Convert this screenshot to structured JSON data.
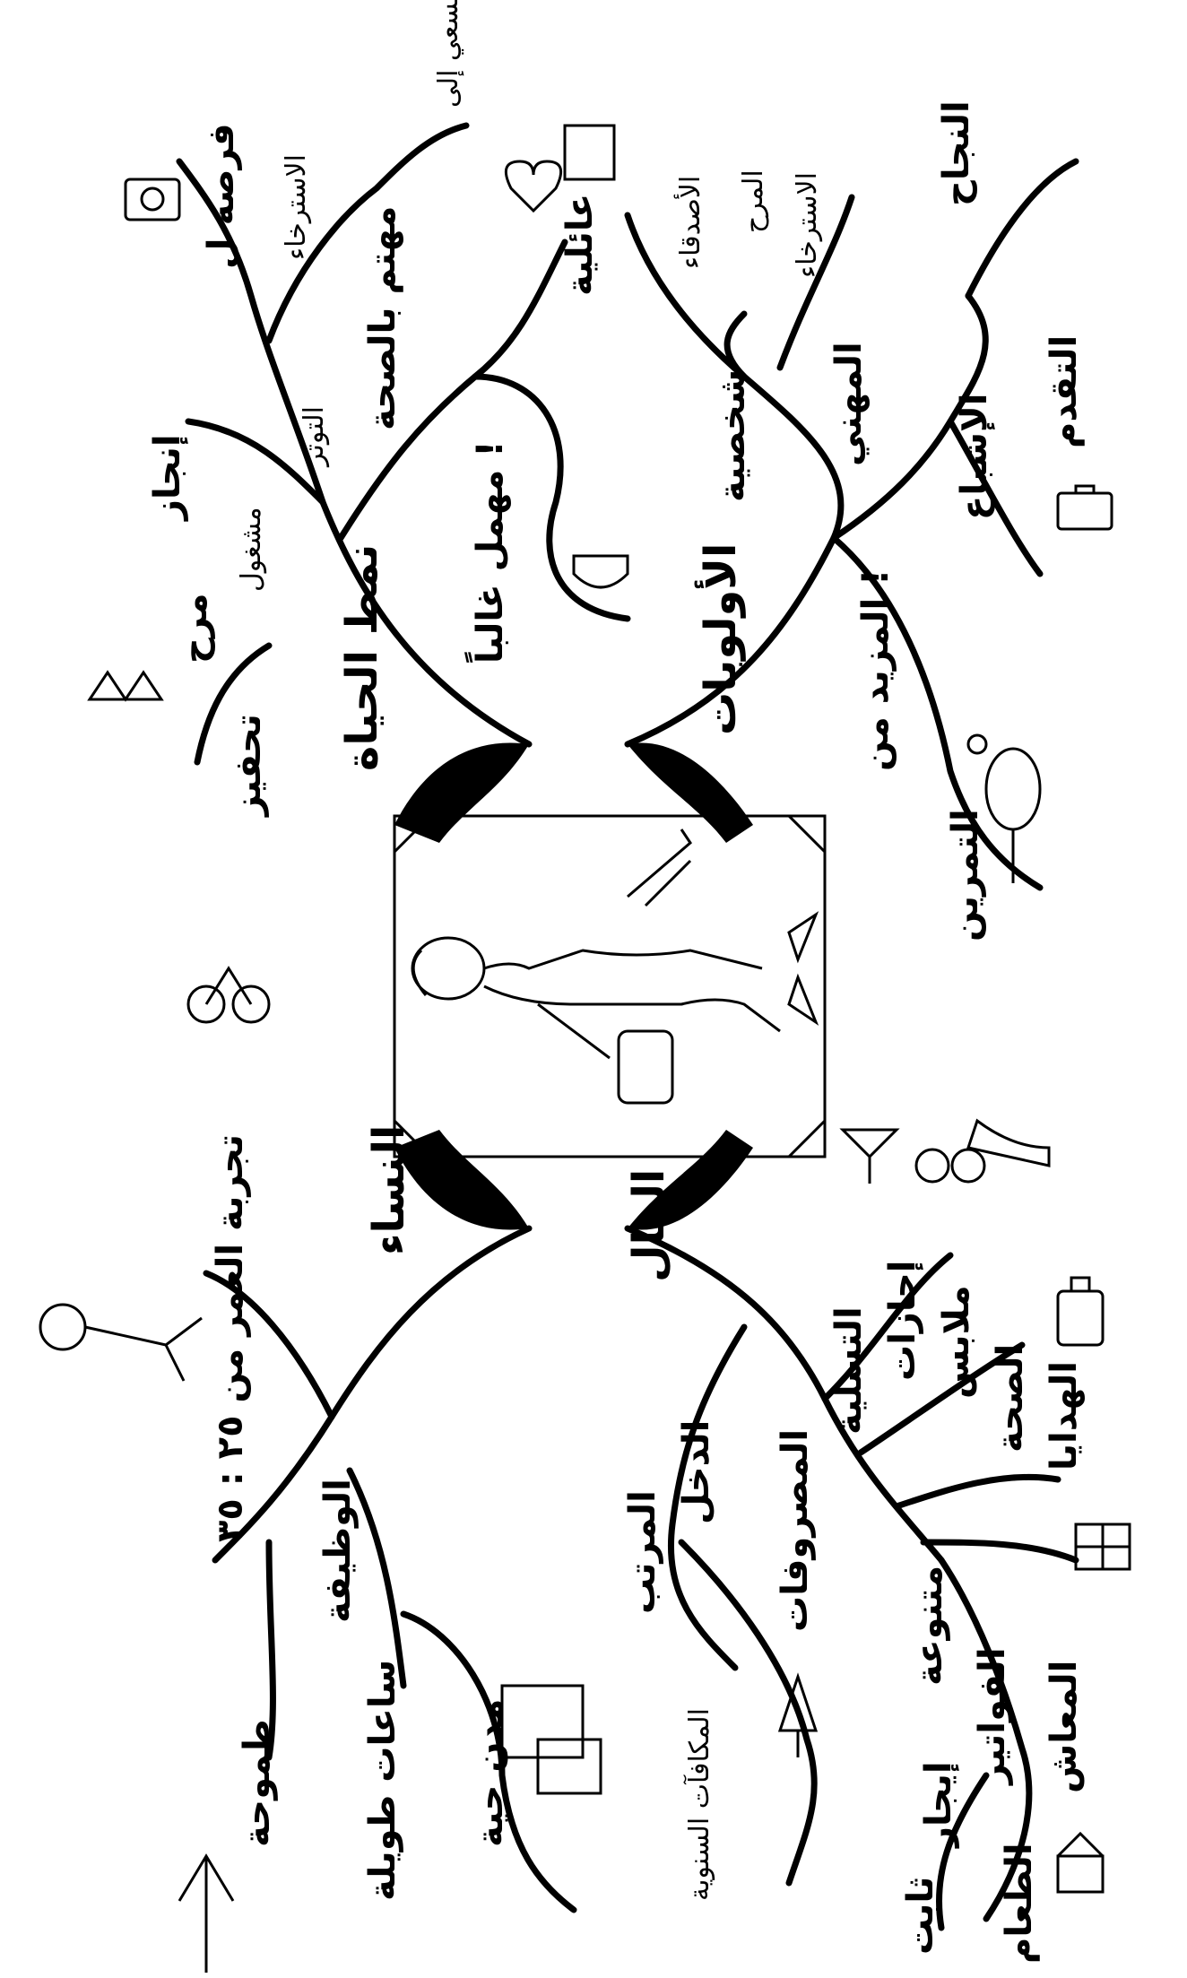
{
  "diagram": {
    "type": "mind-map",
    "center": {
      "image": "woman-with-briefcase-illustration"
    },
    "main_branches": {
      "women": "النساء",
      "priorities": "الأولويات",
      "lifestyle": "نمط الحياة",
      "money": "المال"
    },
    "women_nodes": {
      "age_range": "تجربة العمر من ٢٥ : ٣٥",
      "job": "الوظيفة",
      "ambitious": "طموحة",
      "long_hours": "ساعات طويلة",
      "big_cities": "مدن حية"
    },
    "lifestyle_nodes": {
      "stimulation": "تحفيز",
      "fun": "مرح",
      "busy": "مشغول",
      "achievement": "إنجاز",
      "stress": "التوتر",
      "relaxation": "الاسترخاء",
      "quest_for": "السعي إلى",
      "chance_for": "فرصة ل",
      "health_focused": "مهتم بالصحة",
      "often_neglected": "مهمل غالباً !"
    },
    "priorities_nodes": {
      "personality": "شخصية",
      "family": "عائلية",
      "friends": "الأصدقاء",
      "fun": "المرح",
      "relax": "الاسترخاء",
      "career": "المهني",
      "success": "النجاح",
      "satisfaction": "الإشباع",
      "progress": "التقدم",
      "exercise": "التمرين",
      "more": "المزيد من !"
    },
    "money_nodes": {
      "income": "الدخل",
      "salary": "المرتب",
      "annual_bonus": "المكافآت السنوية",
      "expenses": "المصروفات",
      "various": "متنوعة",
      "entertainment": "التسلية",
      "holidays": "إجازات",
      "clothes": "ملابس",
      "health": "الصحة",
      "gifts": "الهدايا",
      "bills": "الفواتير",
      "rent": "إيجار",
      "food": "الطعام",
      "fixed": "ثابت",
      "pension": "المعاش"
    },
    "icons": [
      "arrow-up-icon",
      "woman-icon",
      "buildings-icon",
      "tree-icon",
      "house-icon",
      "gift-icon",
      "perfume-icon",
      "shoe-icon",
      "glasses-icon",
      "cocktail-icon",
      "tennis-racket-icon",
      "briefcase-icon",
      "picture-frame-icon",
      "heart-icon",
      "camera-icon",
      "bathtub-icon",
      "cyclist-icon",
      "jester-icon",
      "grocery-icon"
    ]
  }
}
